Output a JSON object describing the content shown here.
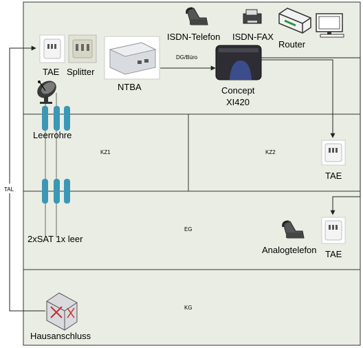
{
  "floors": {
    "dg_buero": "DG/Büro",
    "kz1": "KZ1",
    "kz2": "KZ2",
    "eg": "EG",
    "kg": "KG"
  },
  "devices": {
    "isdn_telefon": "ISDN-Telefon",
    "isdn_fax": "ISDN-FAX",
    "router": "Router",
    "tae_dg": "TAE",
    "splitter": "Splitter",
    "ntba": "NTBA",
    "concept_line1": "Concept",
    "concept_line2": "XI420",
    "leerrohre": "Leerrohre",
    "tae_kz2": "TAE",
    "sat": "2xSAT 1x leer",
    "analogtelefon": "Analogtelefon",
    "tae_eg": "TAE",
    "hausanschluss": "Hausanschluss"
  },
  "lines": {
    "tal": "TAL"
  },
  "colors": {
    "floor_fill": "#eaede3",
    "pipe": "#3a97b5",
    "line": "#222222"
  }
}
